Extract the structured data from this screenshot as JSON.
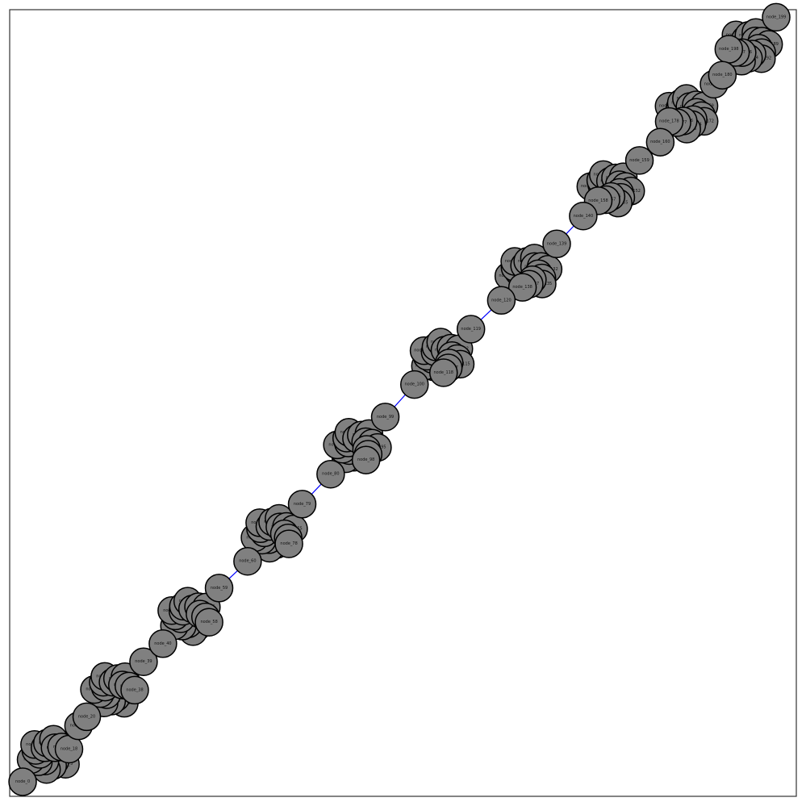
{
  "graph": {
    "label_prefix": "node_",
    "cluster_count": 10,
    "nodes_per_cluster": 20,
    "bridge_connections": [
      {
        "from": "node_19",
        "to": "node_20"
      },
      {
        "from": "node_39",
        "to": "node_40"
      },
      {
        "from": "node_59",
        "to": "node_60"
      },
      {
        "from": "node_79",
        "to": "node_80"
      },
      {
        "from": "node_99",
        "to": "node_100"
      },
      {
        "from": "node_119",
        "to": "node_120"
      },
      {
        "from": "node_139",
        "to": "node_140"
      },
      {
        "from": "node_159",
        "to": "node_160"
      },
      {
        "from": "node_179",
        "to": "node_180"
      }
    ],
    "colors": {
      "node_fill": "#808080",
      "node_stroke": "#000000",
      "edge": "#0000ff",
      "frame": "#333333",
      "background": "#ffffff"
    }
  }
}
